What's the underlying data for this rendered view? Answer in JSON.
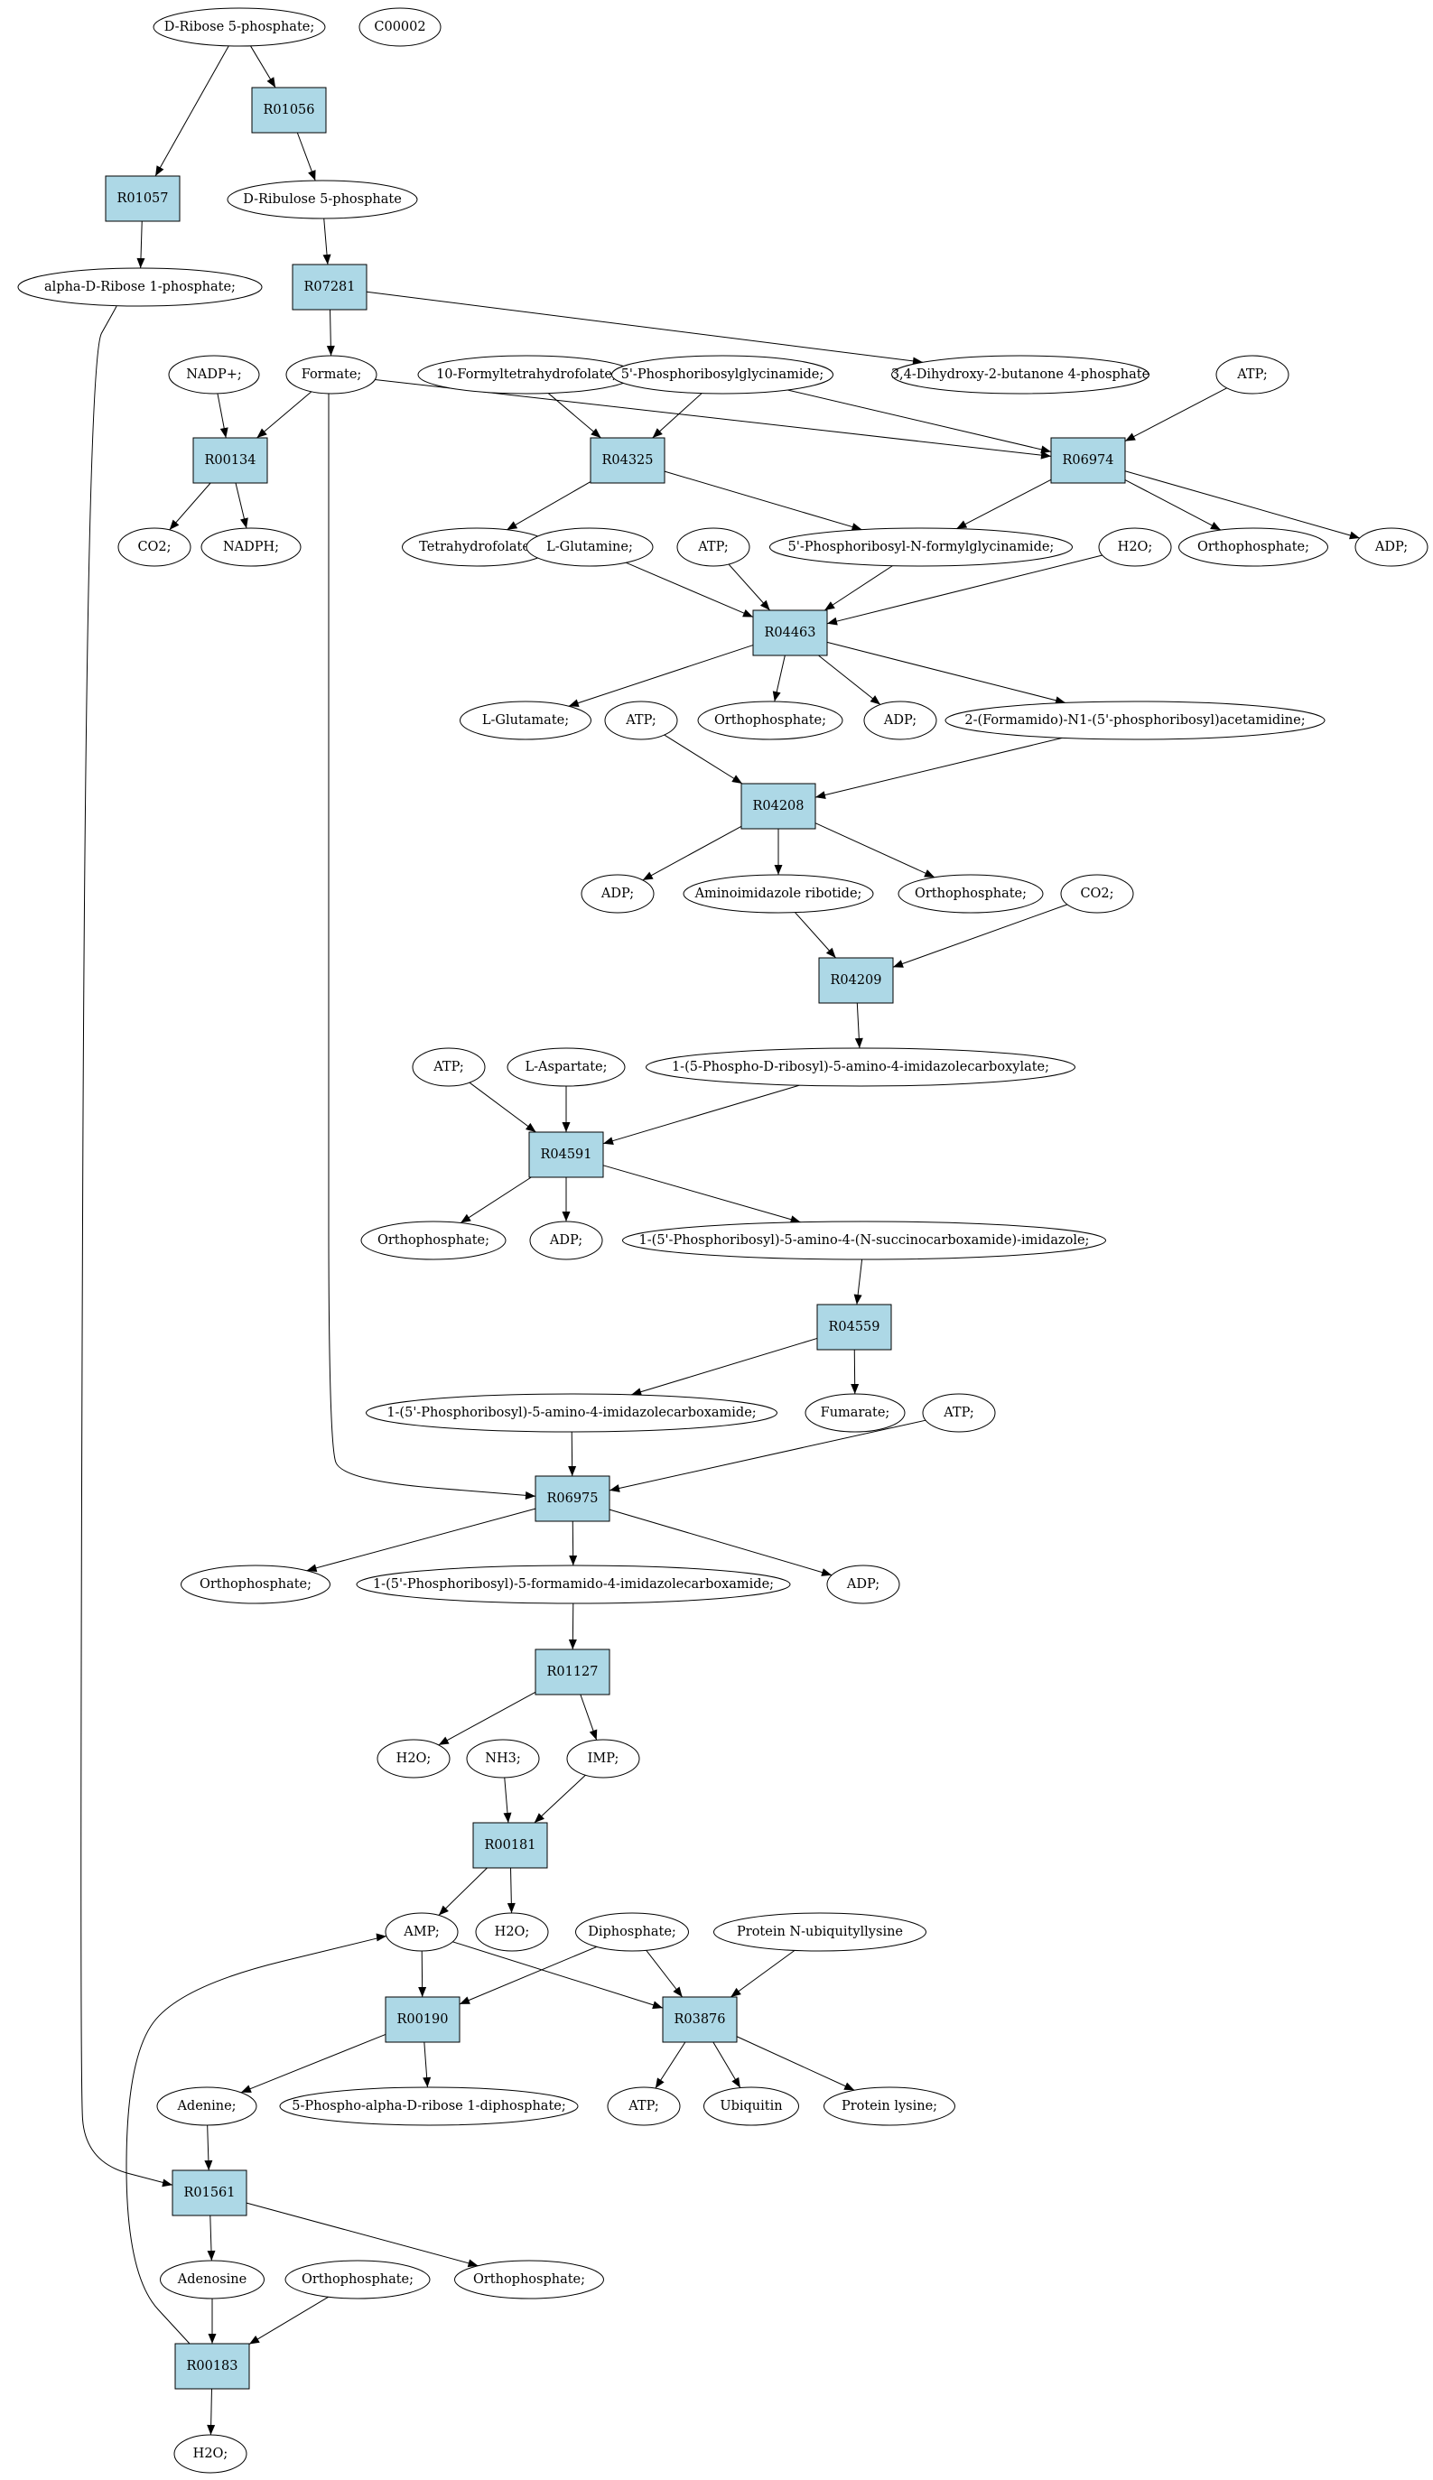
{
  "colors": {
    "start_compound": "#00e600",
    "highlight_compound": "#ffff00",
    "reaction": "#add8e6",
    "compound": "#ffffff"
  },
  "nodes": [
    {
      "id": "c_dr5p",
      "label": "D-Ribose 5-phosphate;",
      "kind": "start"
    },
    {
      "id": "c00002",
      "label": "C00002",
      "kind": "highlight"
    },
    {
      "id": "r01056",
      "label": "R01056",
      "kind": "reaction"
    },
    {
      "id": "r01057",
      "label": "R01057",
      "kind": "reaction"
    },
    {
      "id": "c_dru5p",
      "label": "D-Ribulose 5-phosphate",
      "kind": "compound"
    },
    {
      "id": "c_adr1p",
      "label": "alpha-D-Ribose 1-phosphate;",
      "kind": "compound"
    },
    {
      "id": "r07281",
      "label": "R07281",
      "kind": "reaction"
    },
    {
      "id": "c_nadp",
      "label": "NADP+;",
      "kind": "compound"
    },
    {
      "id": "c_formate",
      "label": "Formate;",
      "kind": "compound"
    },
    {
      "id": "c_10fthf",
      "label": "10-Formyltetrahydrofolate;",
      "kind": "compound"
    },
    {
      "id": "c_prg",
      "label": "5'-Phosphoribosylglycinamide;",
      "kind": "compound"
    },
    {
      "id": "c_dhbp",
      "label": "3,4-Dihydroxy-2-butanone 4-phosphate",
      "kind": "compound"
    },
    {
      "id": "c_atp1",
      "label": "ATP;",
      "kind": "compound"
    },
    {
      "id": "r00134",
      "label": "R00134",
      "kind": "reaction"
    },
    {
      "id": "r04325",
      "label": "R04325",
      "kind": "reaction"
    },
    {
      "id": "r06974",
      "label": "R06974",
      "kind": "reaction"
    },
    {
      "id": "c_co2a",
      "label": "CO2;",
      "kind": "compound"
    },
    {
      "id": "c_nadph",
      "label": "NADPH;",
      "kind": "compound"
    },
    {
      "id": "c_thf",
      "label": "Tetrahydrofolate;",
      "kind": "compound"
    },
    {
      "id": "c_gln",
      "label": "L-Glutamine;",
      "kind": "compound"
    },
    {
      "id": "c_atp2",
      "label": "ATP;",
      "kind": "compound"
    },
    {
      "id": "c_fgar",
      "label": "5'-Phosphoribosyl-N-formylglycinamide;",
      "kind": "compound"
    },
    {
      "id": "c_h2o1",
      "label": "H2O;",
      "kind": "compound"
    },
    {
      "id": "c_pi1",
      "label": "Orthophosphate;",
      "kind": "compound"
    },
    {
      "id": "c_adp1",
      "label": "ADP;",
      "kind": "compound"
    },
    {
      "id": "r04463",
      "label": "R04463",
      "kind": "reaction"
    },
    {
      "id": "c_glu",
      "label": "L-Glutamate;",
      "kind": "compound"
    },
    {
      "id": "c_atp3",
      "label": "ATP;",
      "kind": "compound"
    },
    {
      "id": "c_pi2",
      "label": "Orthophosphate;",
      "kind": "compound"
    },
    {
      "id": "c_adp2",
      "label": "ADP;",
      "kind": "compound"
    },
    {
      "id": "c_fgam",
      "label": "2-(Formamido)-N1-(5'-phosphoribosyl)acetamidine;",
      "kind": "compound"
    },
    {
      "id": "r04208",
      "label": "R04208",
      "kind": "reaction"
    },
    {
      "id": "c_adp3",
      "label": "ADP;",
      "kind": "compound"
    },
    {
      "id": "c_air",
      "label": "Aminoimidazole ribotide;",
      "kind": "compound"
    },
    {
      "id": "c_pi3",
      "label": "Orthophosphate;",
      "kind": "compound"
    },
    {
      "id": "c_co2b",
      "label": "CO2;",
      "kind": "compound"
    },
    {
      "id": "r04209",
      "label": "R04209",
      "kind": "reaction"
    },
    {
      "id": "c_atp4",
      "label": "ATP;",
      "kind": "compound"
    },
    {
      "id": "c_asp",
      "label": "L-Aspartate;",
      "kind": "compound"
    },
    {
      "id": "c_cair",
      "label": "1-(5-Phospho-D-ribosyl)-5-amino-4-imidazolecarboxylate;",
      "kind": "compound"
    },
    {
      "id": "r04591",
      "label": "R04591",
      "kind": "reaction"
    },
    {
      "id": "c_pi4",
      "label": "Orthophosphate;",
      "kind": "compound"
    },
    {
      "id": "c_adp4",
      "label": "ADP;",
      "kind": "compound"
    },
    {
      "id": "c_saicar",
      "label": "1-(5'-Phosphoribosyl)-5-amino-4-(N-succinocarboxamide)-imidazole;",
      "kind": "compound"
    },
    {
      "id": "r04559",
      "label": "R04559",
      "kind": "reaction"
    },
    {
      "id": "c_aicar",
      "label": "1-(5'-Phosphoribosyl)-5-amino-4-imidazolecarboxamide;",
      "kind": "compound"
    },
    {
      "id": "c_fum",
      "label": "Fumarate;",
      "kind": "compound"
    },
    {
      "id": "c_atp5",
      "label": "ATP;",
      "kind": "compound"
    },
    {
      "id": "r06975",
      "label": "R06975",
      "kind": "reaction"
    },
    {
      "id": "c_pi5",
      "label": "Orthophosphate;",
      "kind": "compound"
    },
    {
      "id": "c_faicar",
      "label": "1-(5'-Phosphoribosyl)-5-formamido-4-imidazolecarboxamide;",
      "kind": "compound"
    },
    {
      "id": "c_adp5",
      "label": "ADP;",
      "kind": "compound"
    },
    {
      "id": "r01127",
      "label": "R01127",
      "kind": "reaction"
    },
    {
      "id": "c_h2o2",
      "label": "H2O;",
      "kind": "compound"
    },
    {
      "id": "c_nh3",
      "label": "NH3;",
      "kind": "compound"
    },
    {
      "id": "c_imp",
      "label": "IMP;",
      "kind": "compound"
    },
    {
      "id": "r00181",
      "label": "R00181",
      "kind": "reaction"
    },
    {
      "id": "c_amp",
      "label": "AMP;",
      "kind": "compound"
    },
    {
      "id": "c_h2o3",
      "label": "H2O;",
      "kind": "compound"
    },
    {
      "id": "c_ppi",
      "label": "Diphosphate;",
      "kind": "compound"
    },
    {
      "id": "c_pnu",
      "label": "Protein N-ubiquityllysine",
      "kind": "compound"
    },
    {
      "id": "r00190",
      "label": "R00190",
      "kind": "reaction"
    },
    {
      "id": "r03876",
      "label": "R03876",
      "kind": "reaction"
    },
    {
      "id": "c_ade",
      "label": "Adenine;",
      "kind": "compound"
    },
    {
      "id": "c_prpp",
      "label": "5-Phospho-alpha-D-ribose 1-diphosphate;",
      "kind": "compound"
    },
    {
      "id": "c_atp6",
      "label": "ATP;",
      "kind": "compound"
    },
    {
      "id": "c_ubq",
      "label": "Ubiquitin",
      "kind": "compound"
    },
    {
      "id": "c_plys",
      "label": "Protein lysine;",
      "kind": "compound"
    },
    {
      "id": "r01561",
      "label": "R01561",
      "kind": "reaction"
    },
    {
      "id": "c_ado",
      "label": "Adenosine",
      "kind": "compound"
    },
    {
      "id": "c_pi6",
      "label": "Orthophosphate;",
      "kind": "compound"
    },
    {
      "id": "c_pi7",
      "label": "Orthophosphate;",
      "kind": "compound"
    },
    {
      "id": "r00183",
      "label": "R00183",
      "kind": "reaction"
    },
    {
      "id": "c_h2o4",
      "label": "H2O;",
      "kind": "compound"
    }
  ],
  "edges": [
    [
      "c_dr5p",
      "r01056"
    ],
    [
      "c_dr5p",
      "r01057"
    ],
    [
      "r01056",
      "c_dru5p"
    ],
    [
      "r01057",
      "c_adr1p"
    ],
    [
      "c_dru5p",
      "r07281"
    ],
    [
      "r07281",
      "c_formate"
    ],
    [
      "r07281",
      "c_dhbp"
    ],
    [
      "c_nadp",
      "r00134"
    ],
    [
      "c_formate",
      "r00134"
    ],
    [
      "r00134",
      "c_co2a"
    ],
    [
      "r00134",
      "c_nadph"
    ],
    [
      "c_10fthf",
      "r04325"
    ],
    [
      "c_prg",
      "r04325"
    ],
    [
      "r04325",
      "c_thf"
    ],
    [
      "r04325",
      "c_fgar"
    ],
    [
      "c_formate",
      "r06974"
    ],
    [
      "c_prg",
      "r06974"
    ],
    [
      "c_atp1",
      "r06974"
    ],
    [
      "r06974",
      "c_fgar"
    ],
    [
      "r06974",
      "c_pi1"
    ],
    [
      "r06974",
      "c_adp1"
    ],
    [
      "c_gln",
      "r04463"
    ],
    [
      "c_atp2",
      "r04463"
    ],
    [
      "c_fgar",
      "r04463"
    ],
    [
      "c_h2o1",
      "r04463"
    ],
    [
      "r04463",
      "c_glu"
    ],
    [
      "r04463",
      "c_pi2"
    ],
    [
      "r04463",
      "c_adp2"
    ],
    [
      "r04463",
      "c_fgam"
    ],
    [
      "c_atp3",
      "r04208"
    ],
    [
      "c_fgam",
      "r04208"
    ],
    [
      "r04208",
      "c_adp3"
    ],
    [
      "r04208",
      "c_air"
    ],
    [
      "r04208",
      "c_pi3"
    ],
    [
      "c_air",
      "r04209"
    ],
    [
      "c_co2b",
      "r04209"
    ],
    [
      "r04209",
      "c_cair"
    ],
    [
      "c_atp4",
      "r04591"
    ],
    [
      "c_asp",
      "r04591"
    ],
    [
      "c_cair",
      "r04591"
    ],
    [
      "r04591",
      "c_pi4"
    ],
    [
      "r04591",
      "c_adp4"
    ],
    [
      "r04591",
      "c_saicar"
    ],
    [
      "c_saicar",
      "r04559"
    ],
    [
      "r04559",
      "c_aicar"
    ],
    [
      "r04559",
      "c_fum"
    ],
    [
      "c_aicar",
      "r06975"
    ],
    [
      "c_atp5",
      "r06975"
    ],
    [
      "c_formate",
      "r06975"
    ],
    [
      "r06975",
      "c_pi5"
    ],
    [
      "r06975",
      "c_faicar"
    ],
    [
      "r06975",
      "c_adp5"
    ],
    [
      "c_faicar",
      "r01127"
    ],
    [
      "r01127",
      "c_h2o2"
    ],
    [
      "r01127",
      "c_imp"
    ],
    [
      "c_nh3",
      "r00181"
    ],
    [
      "c_imp",
      "r00181"
    ],
    [
      "r00181",
      "c_amp"
    ],
    [
      "r00181",
      "c_h2o3"
    ],
    [
      "c_amp",
      "r00190"
    ],
    [
      "c_ppi",
      "r00190"
    ],
    [
      "c_amp",
      "r03876"
    ],
    [
      "c_ppi",
      "r03876"
    ],
    [
      "c_pnu",
      "r03876"
    ],
    [
      "r00190",
      "c_ade"
    ],
    [
      "r00190",
      "c_prpp"
    ],
    [
      "r03876",
      "c_atp6"
    ],
    [
      "r03876",
      "c_ubq"
    ],
    [
      "r03876",
      "c_plys"
    ],
    [
      "c_ade",
      "r01561"
    ],
    [
      "c_adr1p",
      "r01561"
    ],
    [
      "r01561",
      "c_ado"
    ],
    [
      "r01561",
      "c_pi7"
    ],
    [
      "c_ado",
      "r00183"
    ],
    [
      "c_pi6",
      "r00183"
    ],
    [
      "r00183",
      "c_h2o4"
    ],
    [
      "r00183",
      "c_amp"
    ]
  ]
}
